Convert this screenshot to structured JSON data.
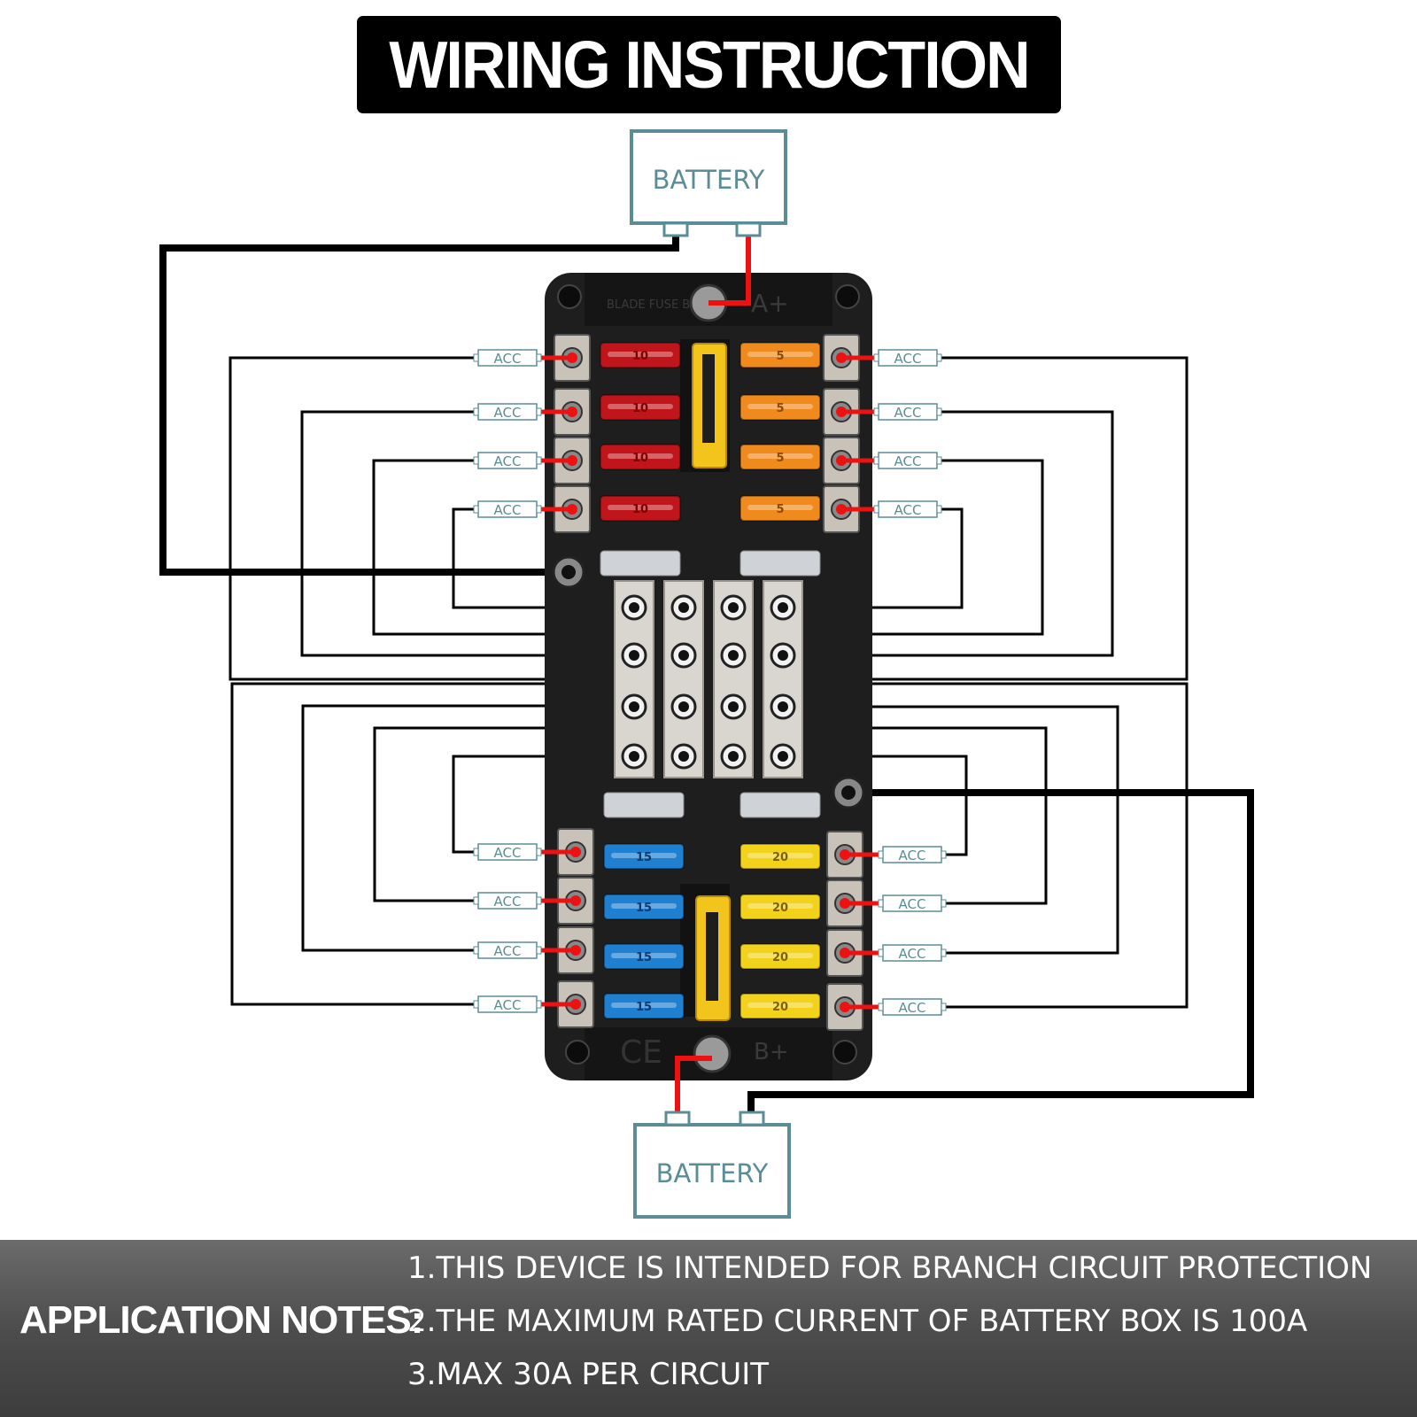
{
  "title": "WIRING INSTRUCTION",
  "battery_label": "BATTERY",
  "acc_label": "ACC",
  "box_text": {
    "brand": "BLADE FUSE BOX",
    "terminal_top": "A+",
    "terminal_bottom": "B+",
    "ce_mark": "CE"
  },
  "fuse_ratings": {
    "red": "10",
    "orange": "5",
    "blue": "15",
    "yellow": "20"
  },
  "colors": {
    "wire_black": "#000000",
    "wire_red": "#ee1111",
    "label_teal": "#5a8d96",
    "fuse_red": "#c0151b",
    "fuse_orange": "#f08a1c",
    "fuse_blue": "#1f7fd0",
    "fuse_yellow": "#f3d21c",
    "bus_bar": "#d9d6d0",
    "box_body": "#1e1e1e"
  },
  "application_notes": {
    "title": "APPLICATION NOTES:",
    "items": [
      "1.THIS DEVICE IS INTENDED FOR BRANCH CIRCUIT PROTECTION",
      "2.THE MAXIMUM RATED CURRENT OF BATTERY BOX IS 100A",
      "3.MAX 30A PER CIRCUIT"
    ]
  }
}
